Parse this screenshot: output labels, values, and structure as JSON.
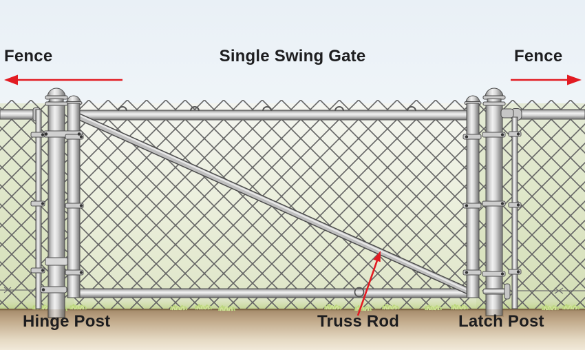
{
  "title": "Single Swing Gate",
  "labels": {
    "fence_left": "Fence",
    "fence_right": "Fence",
    "hinge_post": "Hinge Post",
    "truss_rod": "Truss Rod",
    "latch_post": "Latch Post"
  },
  "annotations": [
    {
      "label": "Fence",
      "position": "top-left",
      "arrow": "points-left"
    },
    {
      "label": "Single Swing Gate",
      "position": "top-center",
      "arrow": "none"
    },
    {
      "label": "Fence",
      "position": "top-right",
      "arrow": "points-right"
    },
    {
      "label": "Hinge Post",
      "position": "bottom-left",
      "arrow": "none"
    },
    {
      "label": "Truss Rod",
      "position": "bottom-center",
      "arrow": "points-up-right-to-diagonal-rod"
    },
    {
      "label": "Latch Post",
      "position": "bottom-right",
      "arrow": "none"
    }
  ],
  "colors": {
    "arrow_red": "#e21b22",
    "label_text": "#1d1d1f",
    "sky": "#edf3f8",
    "field_green": "#e9eeda",
    "ground_tan": "#c2ab8c",
    "pipe_gray": "#c9c9c9",
    "mesh_wire": "#656565",
    "grass_green": "#c3da89"
  },
  "icons": {
    "fence_left_arrow": "left-arrow",
    "fence_right_arrow": "right-arrow",
    "truss_rod_arrow": "diagonal-up-right-arrow"
  }
}
